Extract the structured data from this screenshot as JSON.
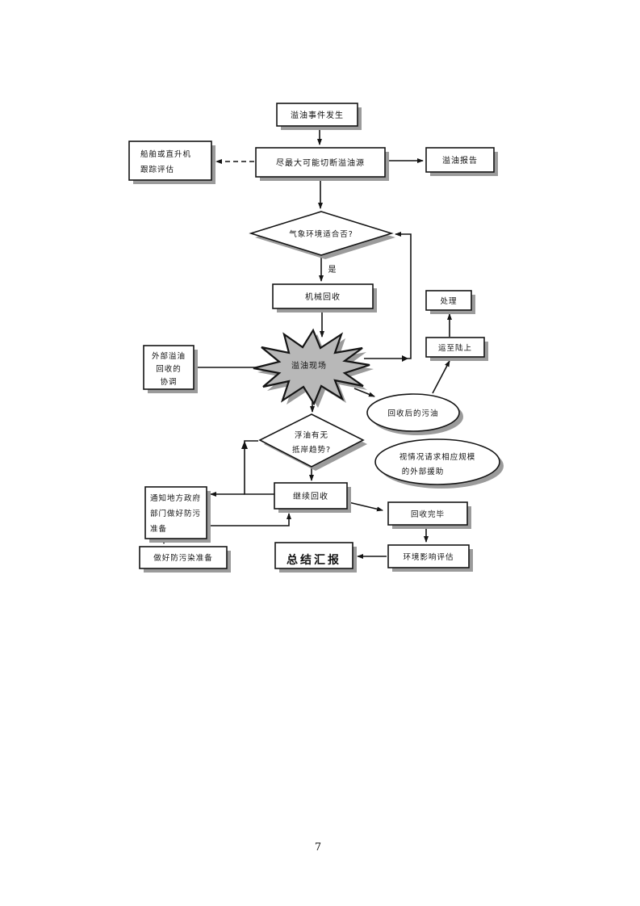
{
  "page": {
    "number": "7"
  },
  "flowchart": {
    "colors": {
      "line": "#141414",
      "shadow": "#9b9b9b",
      "starburst_fill": "#b8b8b8",
      "box_fill": "#ffffff"
    },
    "nodes": {
      "spill_event": {
        "label": "溢油事件发生"
      },
      "cut_source": {
        "label": "尽最大可能切断溢油源"
      },
      "tracking": {
        "lines": [
          "船舶或直升机",
          "跟踪评估"
        ]
      },
      "spill_report": {
        "label": "溢油报告"
      },
      "weather_check": {
        "label": "气象环境适合否?"
      },
      "yes_label": {
        "label": "是"
      },
      "mechanical_recovery": {
        "label": "机械回收"
      },
      "spill_site": {
        "label": "溢油现场"
      },
      "external_coordination": {
        "lines": [
          "外部溢油",
          "回收的",
          "协调"
        ]
      },
      "treatment": {
        "label": "处理"
      },
      "transport_ashore": {
        "label": "运至陆上"
      },
      "recovered_oil": {
        "label": "回收后的污油"
      },
      "shore_tendency_check": {
        "lines": [
          "浮油有无",
          "抵岸趋势?"
        ]
      },
      "external_assistance": {
        "lines": [
          "视情况请求相应规模",
          "的外部援助"
        ]
      },
      "continue_recovery": {
        "label": "继续回收"
      },
      "notify_government": {
        "lines": [
          "通知地方政府",
          "部门做好防污",
          "准备"
        ]
      },
      "pollution_preparation": {
        "label": "做好防污染准备"
      },
      "recovery_complete": {
        "label": "回收完毕"
      },
      "impact_assessment": {
        "label": "环境影响评估"
      },
      "final_report": {
        "label": "总结汇报"
      }
    }
  }
}
